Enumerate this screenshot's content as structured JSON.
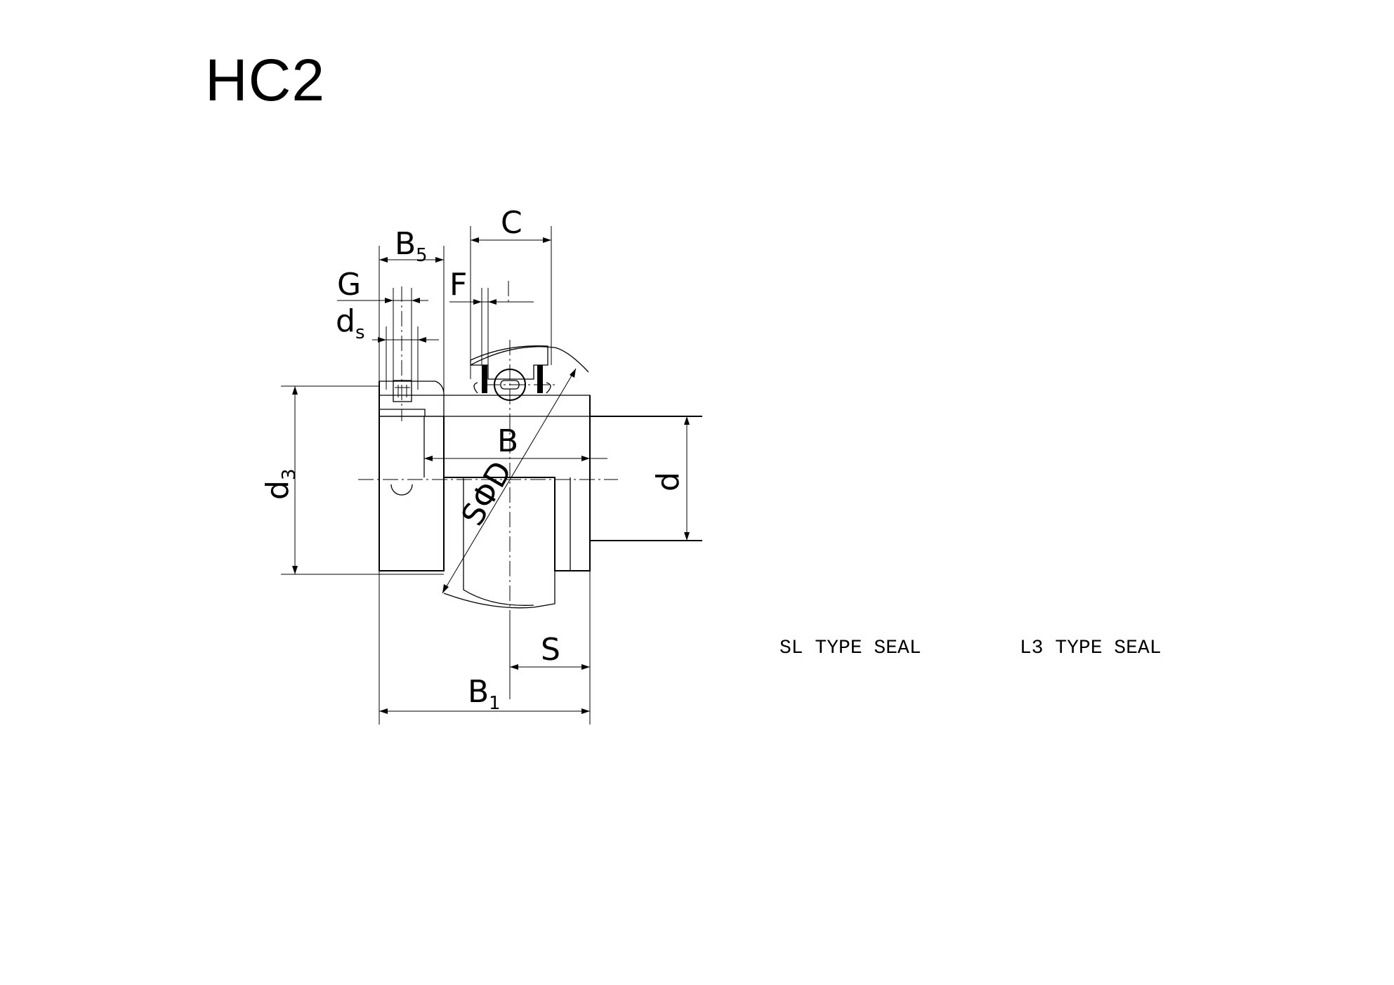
{
  "title": "HC2",
  "labels": {
    "C": "C",
    "B5": "B",
    "B5_sub": "5",
    "G": "G",
    "F": "F",
    "ds": "d",
    "ds_sub": "s",
    "B": "B",
    "SphiD": "SΦD",
    "d": "d",
    "d3": "d",
    "d3_sub": "3",
    "S": "S",
    "B1": "B",
    "B1_sub": "1"
  },
  "seals": {
    "sl": "SL TYPE SEAL",
    "l3": "L3 TYPE SEAL"
  }
}
